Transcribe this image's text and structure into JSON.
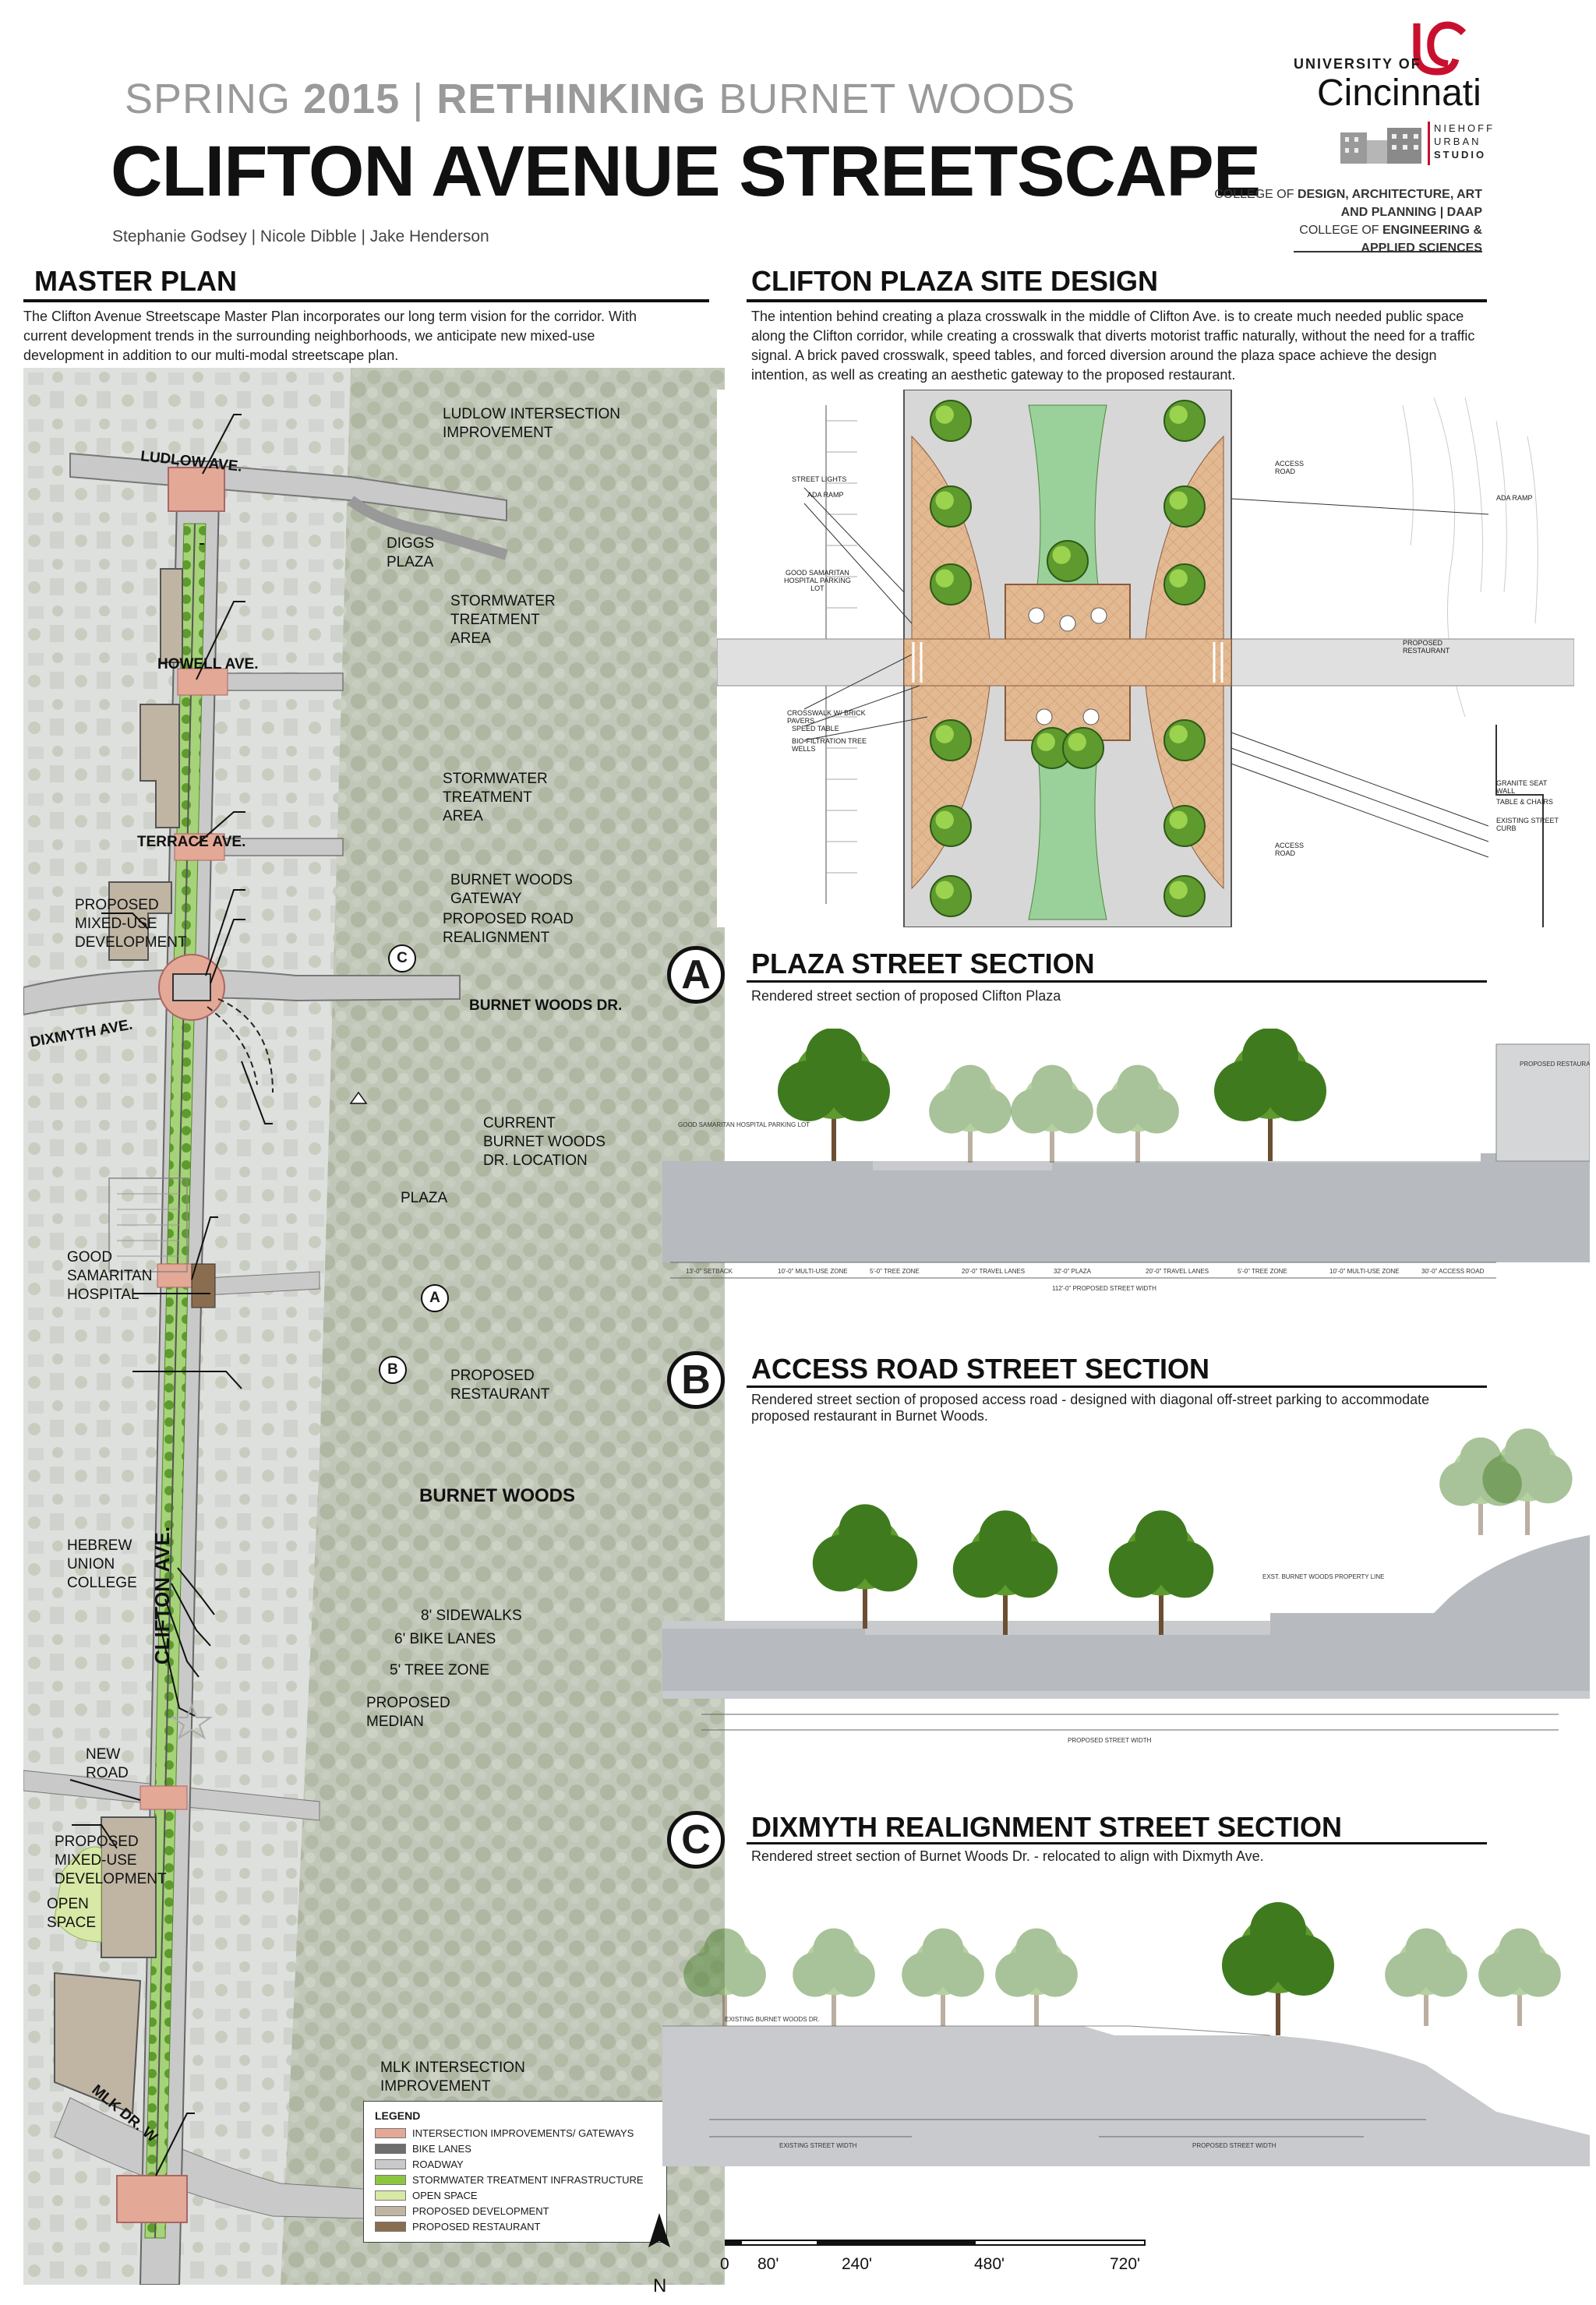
{
  "header": {
    "super_a": "SPRING ",
    "super_b": "2015",
    "super_c": " | ",
    "super_d": "RETHINKING",
    "super_e": " BURNET WOODS",
    "title": "CLIFTON AVENUE STREETSCAPE",
    "authors": "Stephanie Godsey | Nicole Dibble | Jake Henderson"
  },
  "logo": {
    "university_of": "UNIVERSITY OF",
    "cincinnati": "Cincinnati",
    "niehoff": "NIEHOFF",
    "urban": "URBAN",
    "studio": "STUDIO",
    "college1a": "COLLEGE OF ",
    "college1b": "DESIGN, ARCHITECTURE, ART",
    "college2": "AND PLANNING | DAAP",
    "college3a": "COLLEGE OF ",
    "college3b": "ENGINEERING &",
    "college4": "APPLIED SCIENCES",
    "brand_red": "#c8102e"
  },
  "master_plan": {
    "heading": "MASTER PLAN",
    "text": "The Clifton Avenue Streetscape Master  Plan incorporates our long term vision for the corridor. With current development trends in the surrounding neighborhoods, we anticipate new mixed-use development in addition to our multi-modal streetscape plan.",
    "labels": {
      "ludlow_ave": "LUDLOW AVE.",
      "ludlow_improve": "LUDLOW INTERSECTION\nIMPROVEMENT",
      "diggs": "DIGGS\nPLAZA",
      "stormwater1": "STORMWATER\nTREATMENT\nAREA",
      "howell": "HOWELL AVE.",
      "stormwater2": "STORMWATER\nTREATMENT\nAREA",
      "terrace": "TERRACE AVE.",
      "gateway": "BURNET WOODS\nGATEWAY",
      "realign": "PROPOSED ROAD\nREALIGNMENT",
      "mixed1": "PROPOSED\nMIXED-USE\nDEVELOPMENT",
      "dixmyth": "DIXMYTH AVE.",
      "burnet_dr": "BURNET WOODS DR.",
      "current_loc": "CURRENT\nBURNET WOODS\nDR. LOCATION",
      "plaza": "PLAZA",
      "good_sam": "GOOD\nSAMARITAN\nHOSPITAL",
      "restaurant": "PROPOSED\nRESTAURANT",
      "burnet_woods": "BURNET WOODS",
      "hebrew": "HEBREW\nUNION\nCOLLEGE",
      "sidewalks": "8' SIDEWALKS",
      "bike": "6' BIKE LANES",
      "tree": "5' TREE ZONE",
      "median": "PROPOSED\nMEDIAN",
      "clifton": "CLIFTON AVE.",
      "new_road": "NEW\nROAD",
      "mixed2": "PROPOSED\nMIXED-USE\nDEVELOPMENT",
      "open_space": "OPEN\nSPACE",
      "mlk_improve": "MLK INTERSECTION\nIMPROVEMENT",
      "mlk": "MLK DR. W",
      "marker_a": "A",
      "marker_b": "B",
      "marker_c": "C"
    },
    "legend": {
      "title": "LEGEND",
      "items": [
        {
          "label": "INTERSECTION IMPROVEMENTS/ GATEWAYS",
          "color": "#e3a896"
        },
        {
          "label": "BIKE LANES",
          "color": "#6e6e6e"
        },
        {
          "label": "ROADWAY",
          "color": "#c9c9c9"
        },
        {
          "label": "STORMWATER TREATMENT INFRASTRUCTURE",
          "color": "#8cc63f"
        },
        {
          "label": "OPEN SPACE",
          "color": "#d8e8a6"
        },
        {
          "label": "PROPOSED DEVELOPMENT",
          "color": "#c0b5a3"
        },
        {
          "label": "PROPOSED RESTAURANT",
          "color": "#8a6d4f"
        }
      ]
    },
    "scale": {
      "north": "N",
      "t0": "0",
      "t1": "80'",
      "t2": "240'",
      "t3": "480'",
      "t4": "720'"
    }
  },
  "plaza_design": {
    "heading": "CLIFTON PLAZA SITE DESIGN",
    "text": "The intention behind creating a plaza crosswalk in the middle of Clifton Ave. is to create much needed public space along the Clifton corridor, while creating a crosswalk that diverts motorist traffic naturally, without the need for a traffic signal. A brick paved crosswalk, speed tables, and forced diversion around the plaza space achieve the design intention, as well as creating an aesthetic gateway to the proposed restaurant.",
    "notes": {
      "street_lights": "STREET LIGHTS",
      "ada_ramp": "ADA RAMP",
      "good_sam_lot": "GOOD SAMARITAN\nHOSPITAL PARKING\nLOT",
      "crosswalk": "CROSSWALK W/ BRICK\nPAVERS",
      "speed_table": "SPEED TABLE",
      "biofilt": "BIO-FILTRATION TREE\nWELLS",
      "access_road": "ACCESS\nROAD",
      "ada_ramp2": "ADA RAMP",
      "proposed_rest": "PROPOSED\nRESTAURANT",
      "granite": "GRANITE SEAT\nWALL",
      "table": "TABLE & CHAIRS",
      "curb": "EXISTING STREET CURB",
      "access_road2": "ACCESS\nROAD"
    }
  },
  "sections": [
    {
      "letter": "A",
      "title": "PLAZA STREET SECTION",
      "subtitle": "Rendered street section of proposed Clifton Plaza"
    },
    {
      "letter": "B",
      "title": "ACCESS ROAD STREET SECTION",
      "subtitle": "Rendered street section of proposed access road - designed with diagonal off-street parking to accommodate proposed restaurant in Burnet Woods."
    },
    {
      "letter": "C",
      "title": "DIXMYTH REALIGNMENT STREET SECTION",
      "subtitle": "Rendered street section of Burnet Woods Dr. - relocated to align with Dixmyth Ave."
    }
  ],
  "section_notes": {
    "a_lot": "GOOD SAMARITAN HOSPITAL PARKING LOT",
    "a_rest": "PROPOSED RESTAURANT",
    "a_dims": [
      "13'-0\" SETBACK",
      "10'-0\" MULTI-USE ZONE",
      "5'-0\" TREE ZONE",
      "20'-0\" TRAVEL LANES",
      "32'-0\" PLAZA",
      "20'-0\" TRAVEL LANES",
      "5'-0\" TREE ZONE",
      "10'-0\" MULTI-USE ZONE",
      "30'-0\" ACCESS ROAD"
    ],
    "a_total": "112'-0\" PROPOSED STREET WIDTH",
    "b_total": "PROPOSED STREET WIDTH",
    "b_park": "EXST. BURNET WOODS PROPERTY LINE",
    "c_exist": "EXISTING BURNET WOODS DR.",
    "c_width": "EXISTING STREET WIDTH",
    "c_prop": "PROPOSED STREET WIDTH"
  },
  "colors": {
    "tree": "#5e9a2e",
    "tree_dark": "#3f7a1f",
    "paver": "#e2b48f",
    "bio": "#9ad19a",
    "ground": "#c8cacd"
  }
}
